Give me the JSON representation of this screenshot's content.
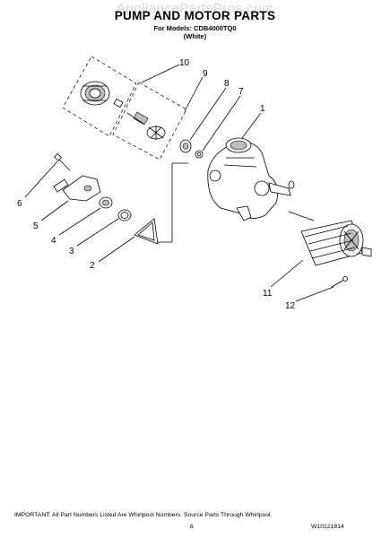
{
  "watermark": "AppliancePartsPros.com",
  "header": {
    "title": "PUMP AND MOTOR PARTS",
    "models": "For Models: CDB4000TQ0",
    "color": "(White)"
  },
  "callouts": [
    "1",
    "2",
    "3",
    "4",
    "5",
    "6",
    "7",
    "8",
    "9",
    "10",
    "11",
    "12"
  ],
  "footer": {
    "note": "IMPORTANT: All Part Numbers Listed Are Whirlpool Numbers. Source Parts Through Whirlpool.",
    "page": "6",
    "doc_number": "W10121814"
  }
}
